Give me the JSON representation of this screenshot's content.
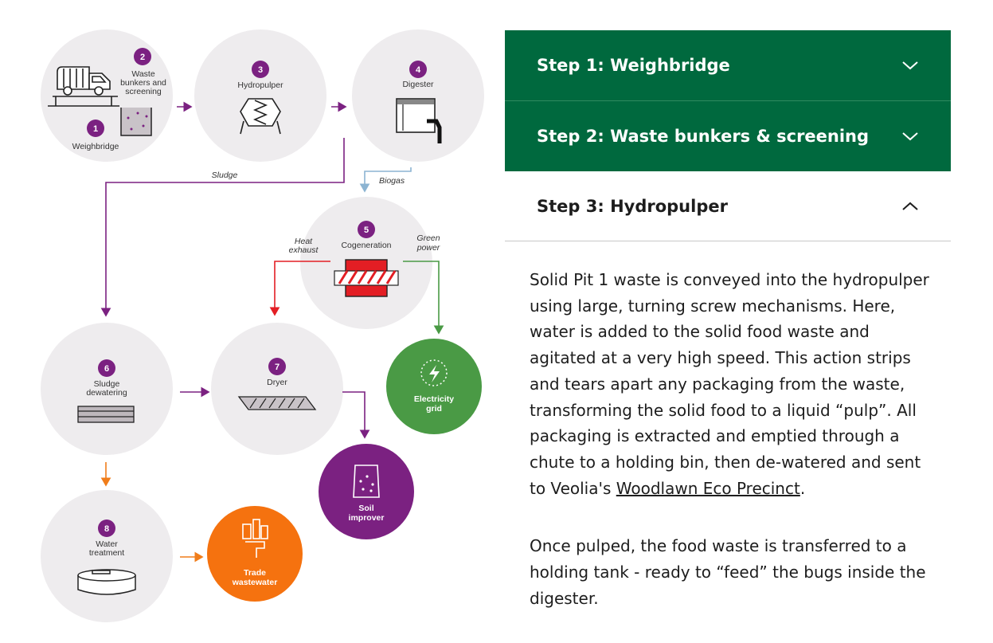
{
  "diagram": {
    "nodes": [
      {
        "num": "1",
        "label": "Weighbridge"
      },
      {
        "num": "2",
        "label_lines": [
          "Waste",
          "bunkers and",
          "screening"
        ]
      },
      {
        "num": "3",
        "label": "Hydropulper"
      },
      {
        "num": "4",
        "label": "Digester"
      },
      {
        "num": "5",
        "label": "Cogeneration"
      },
      {
        "num": "6",
        "label_lines": [
          "Sludge",
          "dewatering"
        ]
      },
      {
        "num": "7",
        "label": "Dryer"
      },
      {
        "num": "8",
        "label_lines": [
          "Water",
          "treatment"
        ]
      }
    ],
    "outputs": {
      "electricity_lines": [
        "Electricity",
        "grid"
      ],
      "soil_lines": [
        "Soil",
        "improver"
      ],
      "trade_lines": [
        "Trade",
        "wastewater"
      ]
    },
    "flow_labels": {
      "sludge": "Sludge",
      "biogas": "Biogas",
      "heat_exhaust_lines": [
        "Heat",
        "exhaust"
      ],
      "green_power_lines": [
        "Green",
        "power"
      ]
    },
    "colors": {
      "node_bg": "#eeecee",
      "badge": "#7b2181",
      "purple_arrow": "#7b2181",
      "blue_arrow": "#8cb4d2",
      "red_arrow": "#e31e24",
      "green_arrow": "#4a9a45",
      "orange_arrow": "#f07d1a",
      "electricity": "#4a9a45",
      "soil": "#7b2181",
      "trade": "#f5720f"
    }
  },
  "accordion": {
    "items": [
      {
        "label": "Step 1: Weighbridge",
        "state": "collapsed"
      },
      {
        "label": "Step 2: Waste bunkers & screening",
        "state": "collapsed"
      },
      {
        "label": "Step 3: Hydropulper",
        "state": "expanded"
      }
    ],
    "colors": {
      "header_bg": "#00693e",
      "header_text": "#ffffff"
    },
    "body": {
      "p1_text": "Solid Pit 1 waste is conveyed into the hydropulper using large, turning screw mechanisms. Here, water is added to the solid food waste and agitated at a very high speed. This action strips and tears apart any packaging from the waste, transforming the solid food to a liquid “pulp”. All packaging is extracted and emptied through a chute to a holding bin, then de-watered and sent to Veolia's ",
      "p1_link": "Woodlawn Eco Precinct",
      "p1_end": ".",
      "p2_text": "Once pulped, the food waste is transferred to a holding tank - ready to “feed” the bugs inside the digester."
    }
  }
}
